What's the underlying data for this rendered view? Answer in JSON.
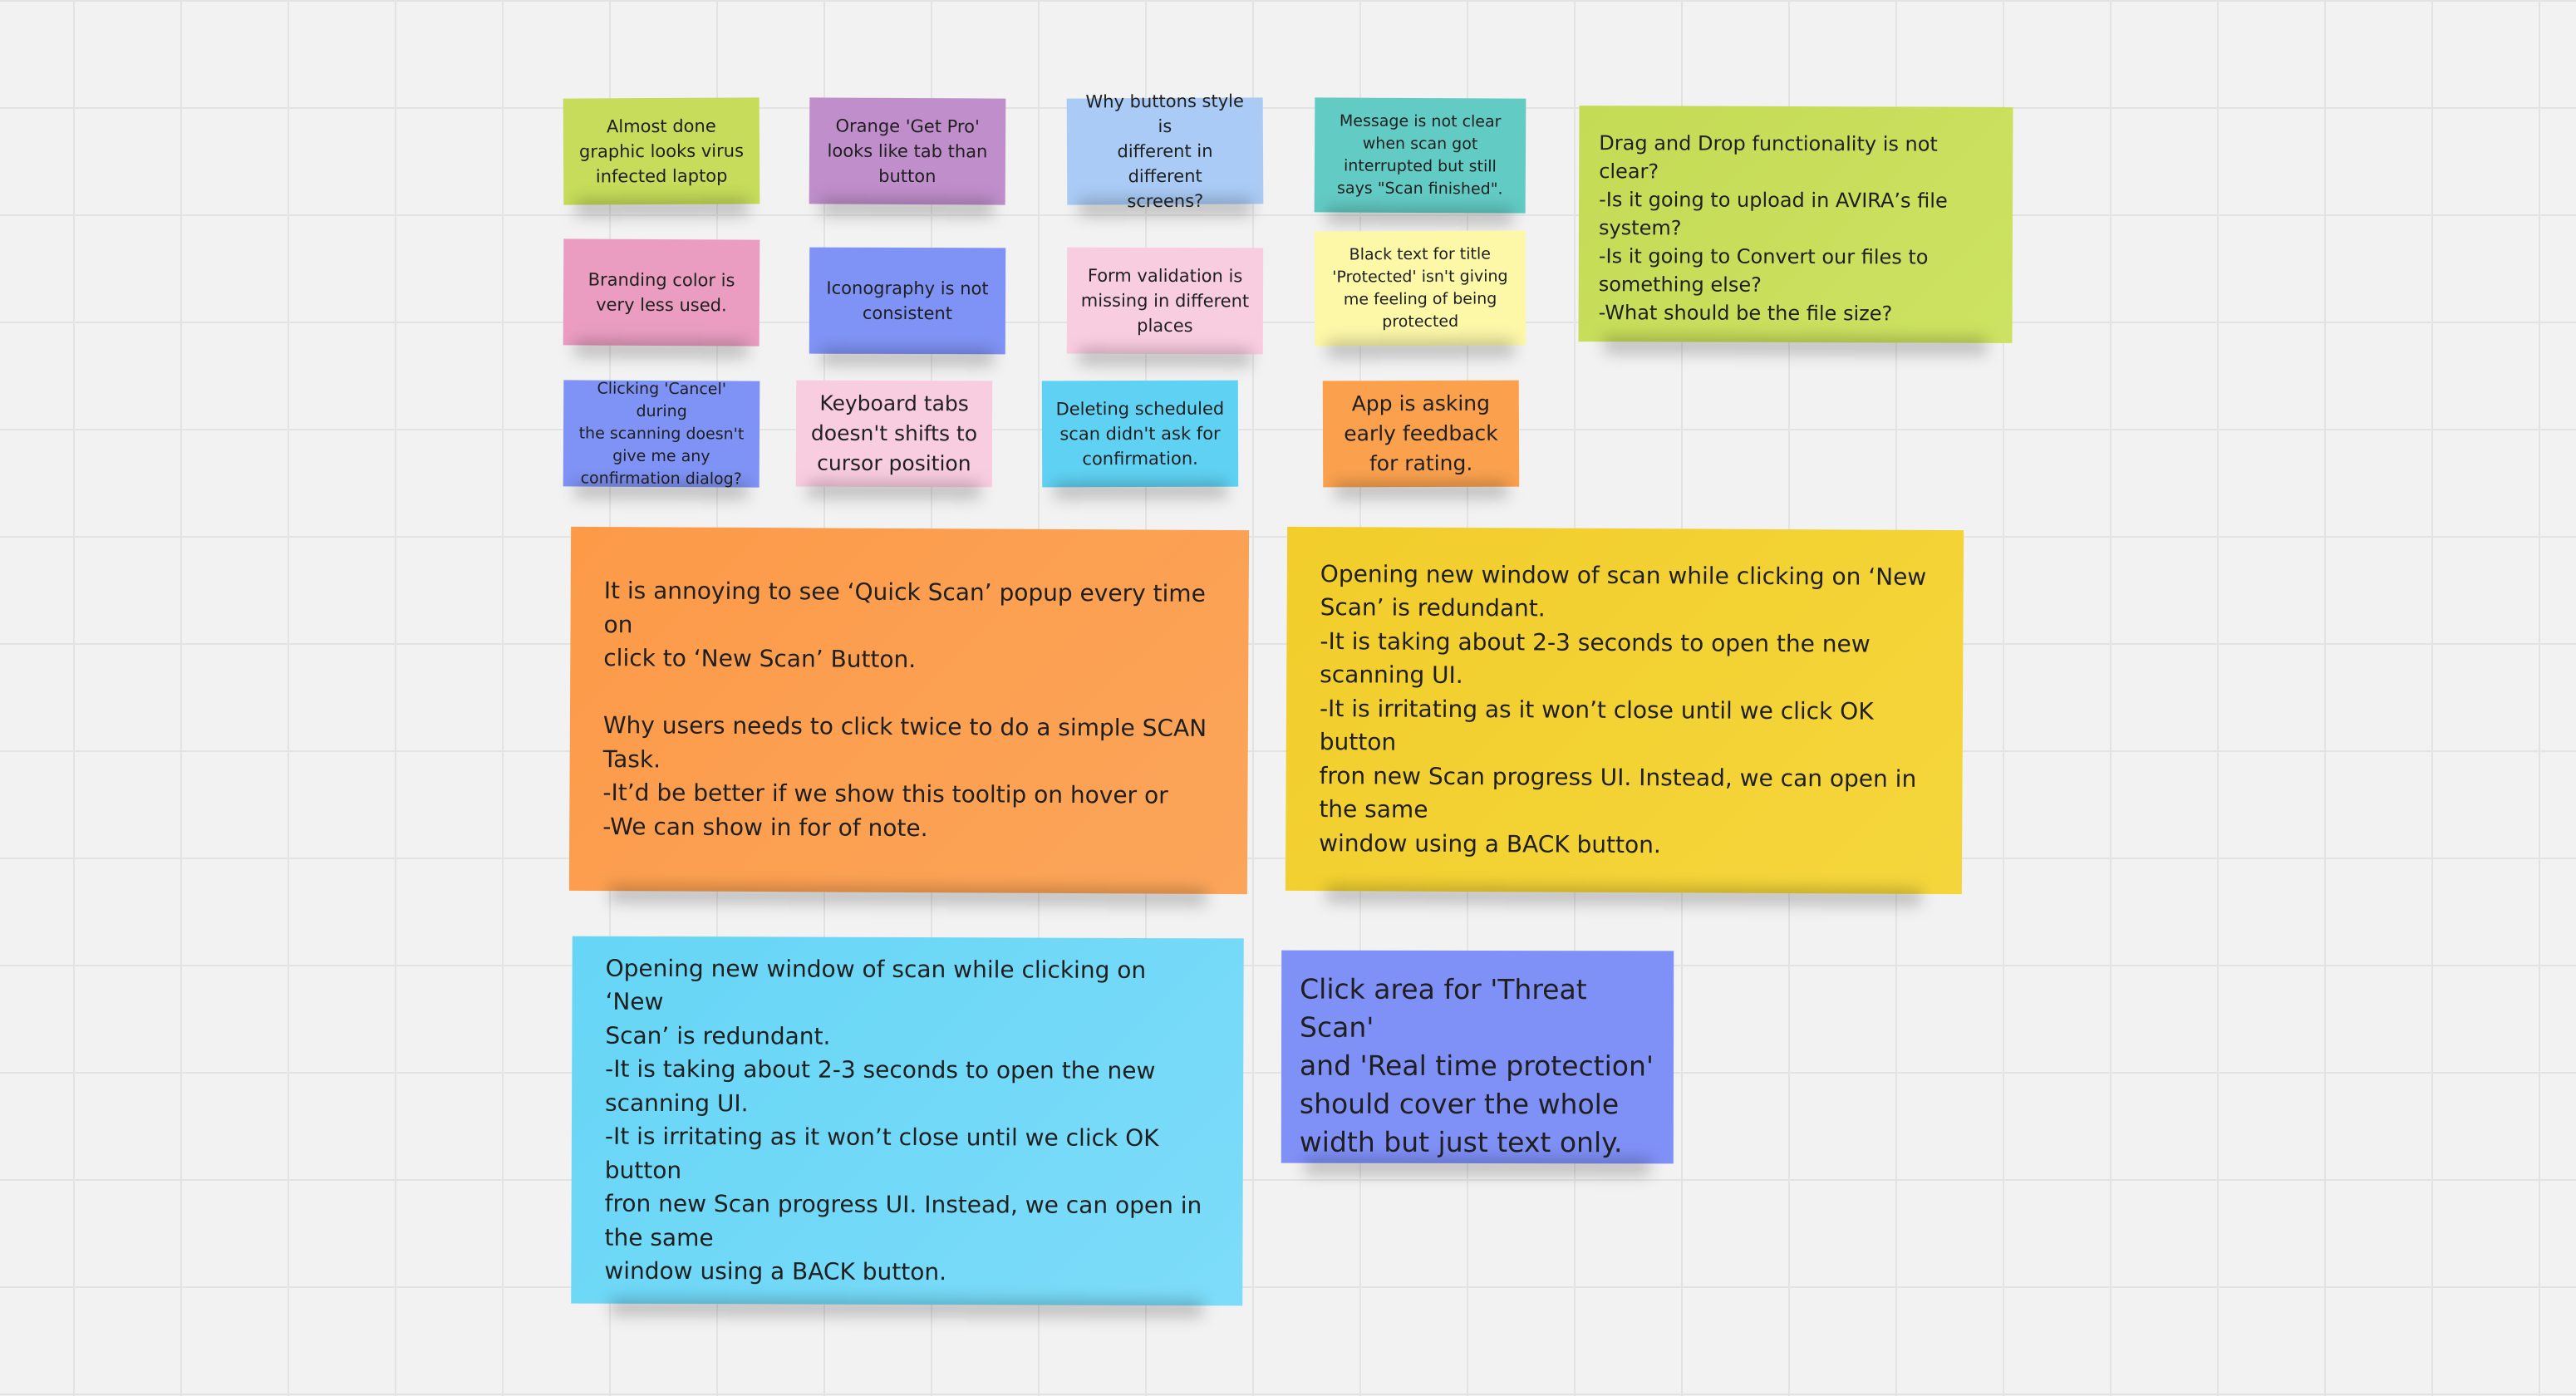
{
  "board": {
    "notes": [
      {
        "id": "n1",
        "text": "Almost done\ngraphic looks virus\ninfected laptop",
        "color": "#c6dc5a"
      },
      {
        "id": "n2",
        "text": "Orange 'Get Pro'\nlooks like tab than\nbutton",
        "color": "#bf8ecb"
      },
      {
        "id": "n3",
        "text": "Why buttons style is\ndifferent in different\nscreens?",
        "color": "#a9cbf5"
      },
      {
        "id": "n4",
        "text": "Message is not clear\nwhen scan got\ninterrupted but still\nsays \"Scan finished\".",
        "color": "#62cbc4"
      },
      {
        "id": "n5",
        "text": "Branding color is\nvery less used.",
        "color": "#ea9dc1"
      },
      {
        "id": "n6",
        "text": "Iconography is not\nconsistent",
        "color": "#7f93f6"
      },
      {
        "id": "n7",
        "text": "Form validation is\nmissing in different\nplaces",
        "color": "#f9cde0"
      },
      {
        "id": "n8",
        "text": "Black text for title\n'Protected' isn't giving\nme feeling of being\nprotected",
        "color": "#fdf7a8"
      },
      {
        "id": "n9",
        "text": "Clicking 'Cancel' during\nthe scanning doesn't\ngive me any\nconfirmation dialog?",
        "color": "#7f93f6"
      },
      {
        "id": "n10",
        "text": "Keyboard tabs\ndoesn't shifts to\ncursor position",
        "color": "#f9cde0"
      },
      {
        "id": "n11",
        "text": "Deleting scheduled\nscan didn't ask for\nconfirmation.",
        "color": "#5fd2f4"
      },
      {
        "id": "n12",
        "text": "App is asking\nearly feedback\nfor rating.",
        "color": "#fba14e"
      },
      {
        "id": "n13",
        "text": "Drag and Drop functionality is not clear?\n-Is it going to upload in AVIRA’s file\nsystem?\n-Is it going to Convert our files to\nsomething else?\n-What should be the file size?",
        "color": "#c6dc5a"
      },
      {
        "id": "n14",
        "text": "It is annoying to see ‘Quick Scan’ popup every time on\nclick to ‘New Scan’ Button.\n\nWhy users needs to click twice to do a simple SCAN\nTask.\n-It’d be better if we show this tooltip on hover or\n-We can show in for of note.",
        "color": "#fc9a48"
      },
      {
        "id": "n15",
        "text": "Opening new window of scan while clicking on ‘New\nScan’ is redundant.\n-It is taking about 2-3 seconds to open the new\nscanning UI.\n-It is irritating as it won’t close until we click OK button\nfron new Scan progress UI. Instead, we can open in\nthe same\n window using a BACK button.",
        "color": "#f2cd2b"
      },
      {
        "id": "n16",
        "text": "Opening new window of scan while clicking on ‘New\nScan’ is redundant.\n-It is taking about 2-3 seconds to open the new\nscanning UI.\n-It is irritating as it won’t close until we click OK button\nfron new Scan progress UI. Instead, we can open in\nthe same\n window using a BACK button.",
        "color": "#66d5f6"
      },
      {
        "id": "n17",
        "text": "Click area for 'Threat Scan'\nand 'Real time protection'\nshould cover the whole\nwidth but just text only.",
        "color": "#7f90f7"
      }
    ]
  }
}
